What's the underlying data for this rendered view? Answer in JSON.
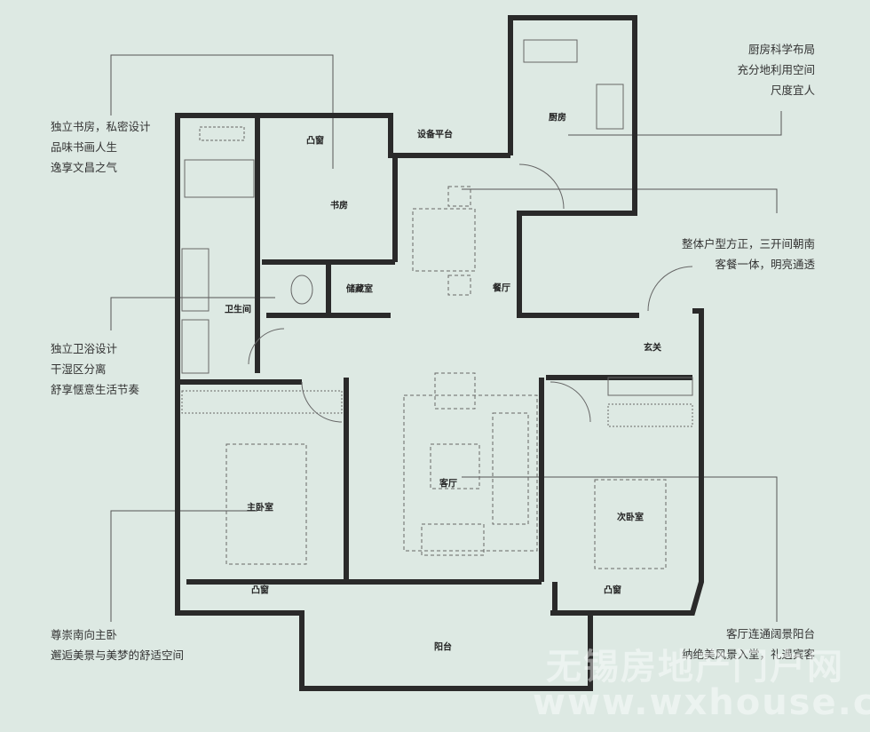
{
  "annotations": {
    "study": [
      "独立书房，私密设计",
      "品味书画人生",
      "逸享文昌之气"
    ],
    "kitchen": [
      "厨房科学布局",
      "充分地利用空间",
      "尺度宜人"
    ],
    "layout": [
      "整体户型方正，三开间朝南",
      "客餐一体，明亮通透"
    ],
    "bathroom": [
      "独立卫浴设计",
      "干湿区分离",
      "舒享惬意生活节奏"
    ],
    "master": [
      "尊崇南向主卧",
      "邂逅美景与美梦的舒适空间"
    ],
    "living": [
      "客厅连通阔景阳台",
      "纳绝美风景入堂，礼遇宾客"
    ]
  },
  "rooms": {
    "bay_study": "凸窗",
    "equipment": "设备平台",
    "study": "书房",
    "kitchen": "厨房",
    "dining": "餐厅",
    "storage": "储藏室",
    "bathroom": "卫生间",
    "foyer": "玄关",
    "living": "客厅",
    "master": "主卧室",
    "second": "次卧室",
    "bay_master": "凸窗",
    "bay_second": "凸窗",
    "balcony": "阳台"
  },
  "watermark": {
    "cn": "无锡房地产门户网",
    "url": "www.wxhouse.com"
  }
}
